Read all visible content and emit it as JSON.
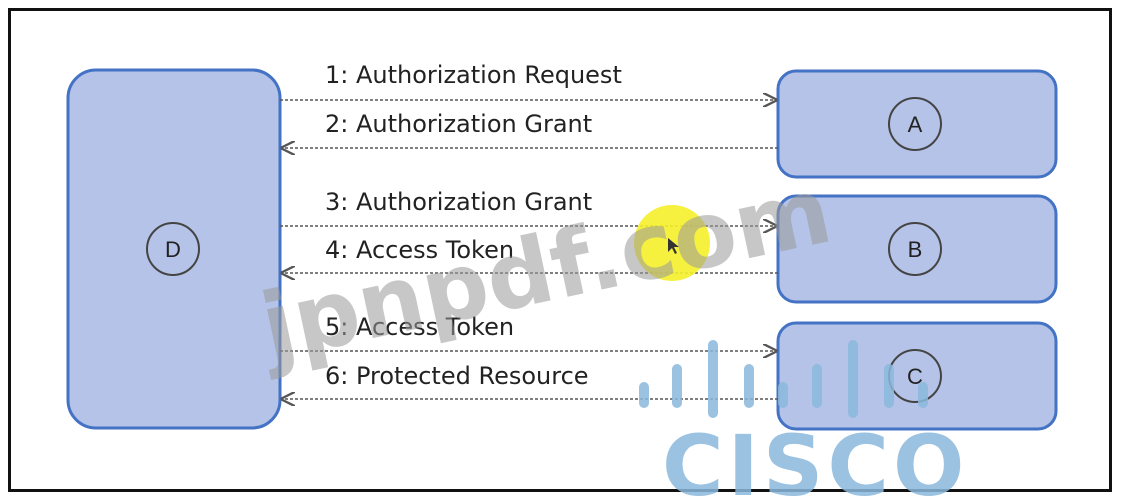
{
  "diagram": {
    "nodes": {
      "client": "D",
      "auth_server": "A",
      "token_server": "B",
      "resource_server": "C"
    },
    "messages": [
      {
        "label": "1: Authorization Request",
        "direction": "to-right"
      },
      {
        "label": "2: Authorization Grant",
        "direction": "to-left"
      },
      {
        "label": "3: Authorization Grant",
        "direction": "to-right"
      },
      {
        "label": "4: Access Token",
        "direction": "to-left"
      },
      {
        "label": "5: Access Token",
        "direction": "to-right"
      },
      {
        "label": "6: Protected Resource",
        "direction": "to-left"
      }
    ]
  },
  "overlays": {
    "watermark": "jpnpdf.com",
    "logo_word": "CISCO",
    "cursor_highlight_color": "#f5ef2a",
    "node_fill_color": "#b4c3e7",
    "node_border_color": "#4472c4"
  }
}
